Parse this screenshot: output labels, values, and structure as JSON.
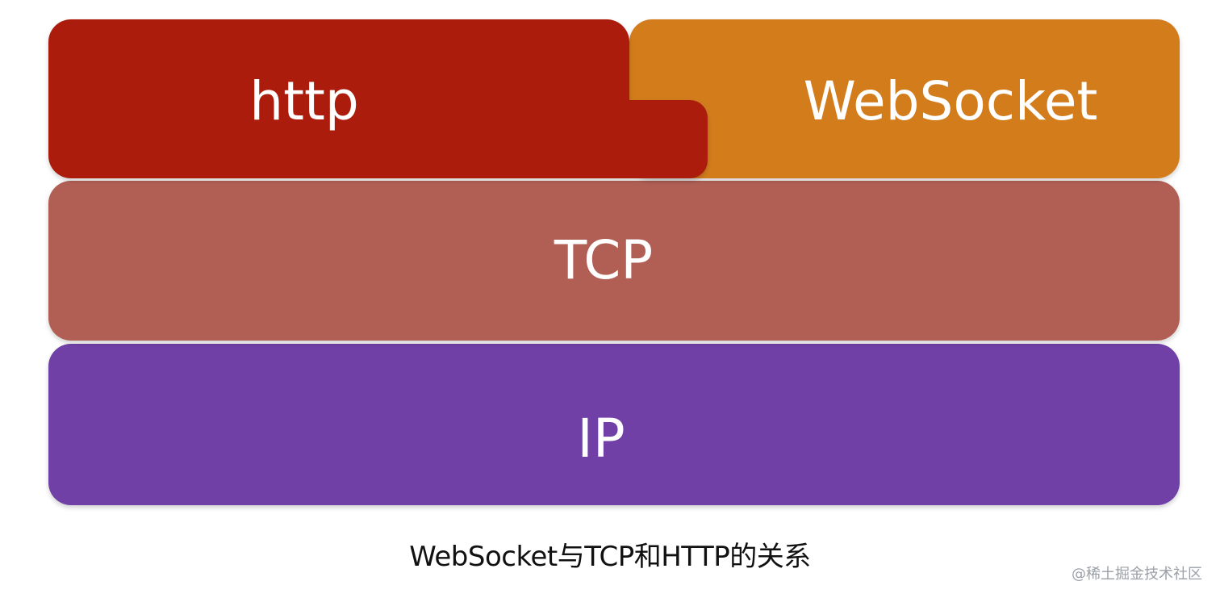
{
  "layers": {
    "http": {
      "label": "http",
      "color": "#ab1f0b"
    },
    "websocket": {
      "label": "WebSocket",
      "color": "#d27b1e"
    },
    "tcp": {
      "label": "TCP",
      "color": "#b15e55"
    },
    "ip": {
      "label": "IP",
      "color": "#6f3fa6"
    }
  },
  "caption": "WebSocket与TCP和HTTP的关系",
  "watermark": "@稀土掘金技术社区"
}
